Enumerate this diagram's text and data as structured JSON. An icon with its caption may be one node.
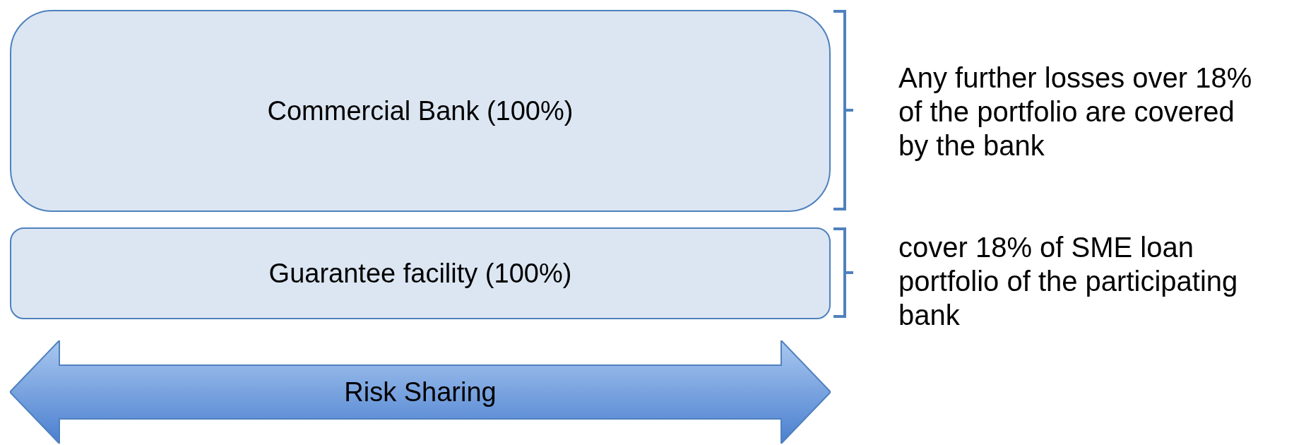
{
  "diagram": {
    "nodes": [
      {
        "text": [
          "Commercial Bank (100%)"
        ]
      },
      {
        "text": [
          "Guarantee facility (100%)"
        ]
      },
      {
        "text": [
          "Risk Sharing"
        ]
      }
    ],
    "labels": [
      "Any further losses over 18% of the portfolio are covered by the bank",
      "cover 18% of SME loan portfolio of the participating bank"
    ]
  }
}
